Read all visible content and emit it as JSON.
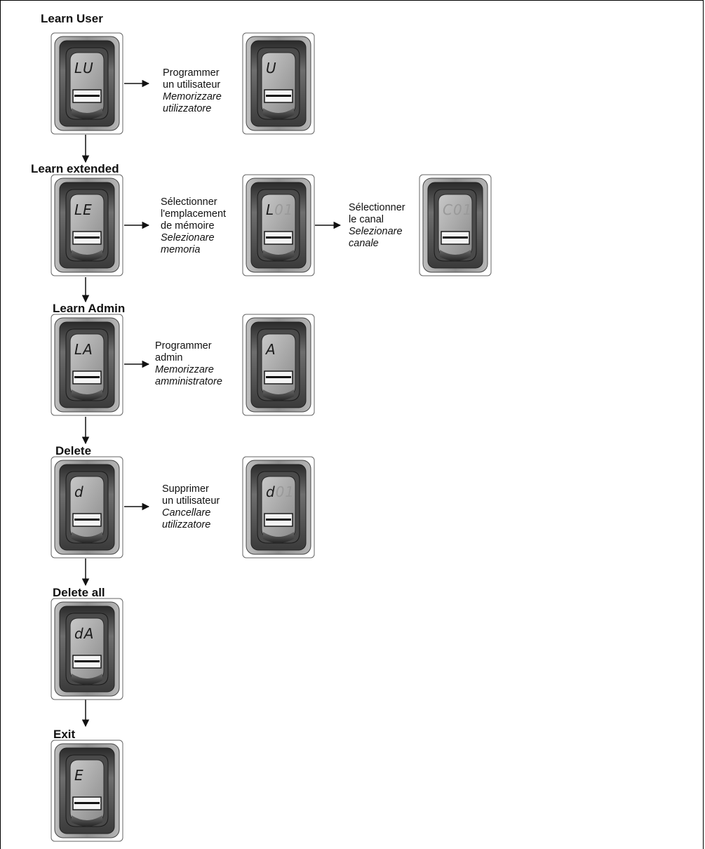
{
  "steps": [
    {
      "title": "Learn User",
      "display": "LU",
      "text": [
        "Programmer",
        "un utilisateur",
        "Memorizzare",
        "utilizzatore"
      ],
      "next": [
        {
          "main": "U",
          "dim": ""
        }
      ]
    },
    {
      "title": "Learn extended",
      "display": "LE",
      "text": [
        "Sélectionner",
        "l'emplacement",
        "de mémoire",
        "Selezionare",
        "memoria"
      ],
      "next": [
        {
          "main": "L",
          "dim": "01"
        }
      ],
      "text2": [
        "Sélectionner",
        "le canal",
        "Selezionare",
        "canale"
      ],
      "next2": [
        {
          "main": "",
          "dim": "C01"
        }
      ]
    },
    {
      "title": "Learn Admin",
      "display": "LA",
      "text": [
        "Programmer",
        "admin",
        "Memorizzare",
        "amministratore"
      ],
      "next": [
        {
          "main": "A",
          "dim": ""
        }
      ]
    },
    {
      "title": "Delete",
      "display": "d",
      "text": [
        "Supprimer",
        "un utilisateur",
        "Cancellare",
        "utilizzatore"
      ],
      "next": [
        {
          "main": "d",
          "dim": "01"
        }
      ]
    },
    {
      "title": "Delete all",
      "display": "dA"
    },
    {
      "title": "Exit",
      "display": "E"
    }
  ]
}
